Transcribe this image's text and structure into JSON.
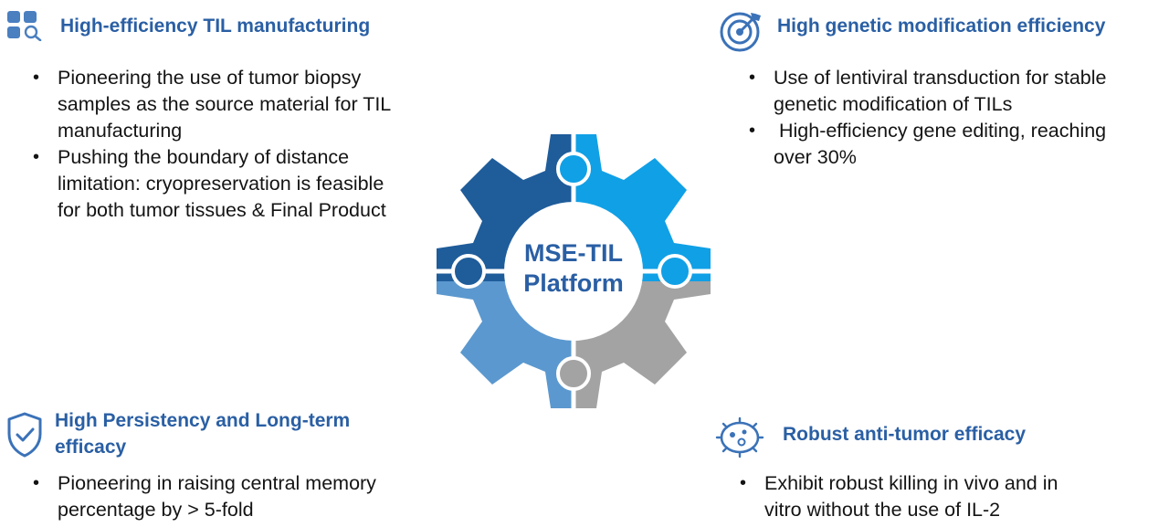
{
  "center": {
    "line1": "MSE-TIL",
    "line2": "Platform"
  },
  "sections": {
    "top_left": {
      "icon": "apps-search-icon",
      "title": "High-efficiency TIL manufacturing",
      "bullets": [
        [
          "Pioneering the use of tumor biopsy",
          "samples as the source material for TIL",
          "manufacturing"
        ],
        [
          "Pushing the boundary of distance",
          "limitation: cryopreservation is feasible",
          "for both tumor tissues & Final Product"
        ]
      ]
    },
    "top_right": {
      "icon": "target-arrow-icon",
      "title": "High genetic modification efficiency",
      "bullets": [
        [
          "Use of lentiviral transduction for stable",
          "genetic modification of TILs"
        ],
        [
          " High-efficiency gene editing, reaching",
          "over 30%"
        ]
      ]
    },
    "bottom_left": {
      "icon": "shield-check-icon",
      "title_line1": "High Persistency and Long-term",
      "title_line2": "efficacy",
      "bullets": [
        [
          "Pioneering in raising central memory",
          "percentage by > 5-fold"
        ]
      ]
    },
    "bottom_right": {
      "icon": "virus-icon",
      "title": "Robust anti-tumor efficacy",
      "bullets": [
        [
          "Exhibit robust killing in vivo and in",
          "vitro without the use of IL-2"
        ]
      ]
    }
  },
  "colors": {
    "title_blue": "#2a5fa4",
    "gear_dark_blue": "#1f5c9a",
    "gear_light_blue": "#10a0e6",
    "gear_mid_blue": "#5b98cf",
    "gear_gray": "#a3a3a3"
  }
}
